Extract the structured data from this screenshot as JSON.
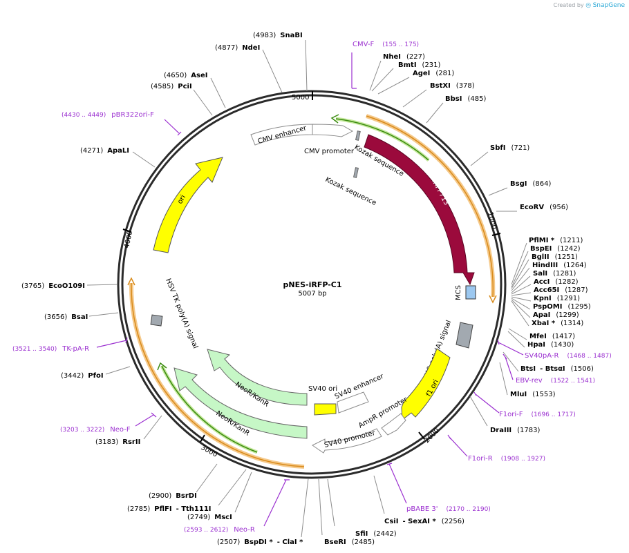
{
  "attribution": {
    "prefix": "Created by",
    "brand": "SnapGene"
  },
  "plasmid": {
    "name": "pNES-iRFP-C1",
    "length_label": "5007 bp"
  },
  "ticks": [
    {
      "label": "1000"
    },
    {
      "label": "2000"
    },
    {
      "label": "3000"
    },
    {
      "label": "4000"
    },
    {
      "label": "5000"
    }
  ],
  "sites": [
    {
      "name": "SnaBI",
      "pos": "(4983)"
    },
    {
      "name": "NdeI",
      "pos": "(4877)"
    },
    {
      "name": "AseI",
      "pos": "(4650)"
    },
    {
      "name": "PciI",
      "pos": "(4585)"
    },
    {
      "name": "ApaLI",
      "pos": "(4271)"
    },
    {
      "name": "NheI",
      "pos": "(227)"
    },
    {
      "name": "BmtI",
      "pos": "(231)"
    },
    {
      "name": "AgeI",
      "pos": "(281)"
    },
    {
      "name": "BstXI",
      "pos": "(378)"
    },
    {
      "name": "BbsI",
      "pos": "(485)"
    },
    {
      "name": "SbfI",
      "pos": "(721)"
    },
    {
      "name": "BsgI",
      "pos": "(864)"
    },
    {
      "name": "EcoRV",
      "pos": "(956)"
    },
    {
      "name": "PflMI *",
      "pos": "(1211)"
    },
    {
      "name": "BspEI",
      "pos": "(1242)"
    },
    {
      "name": "BglII",
      "pos": "(1251)"
    },
    {
      "name": "HindIII",
      "pos": "(1264)"
    },
    {
      "name": "SalI",
      "pos": "(1281)"
    },
    {
      "name": "AccI",
      "pos": "(1282)"
    },
    {
      "name": "Acc65I",
      "pos": "(1287)"
    },
    {
      "name": "KpnI",
      "pos": "(1291)"
    },
    {
      "name": "PspOMI",
      "pos": "(1295)"
    },
    {
      "name": "ApaI",
      "pos": "(1299)"
    },
    {
      "name": "XbaI *",
      "pos": "(1314)"
    },
    {
      "name": "MfeI",
      "pos": "(1417)"
    },
    {
      "name": "HpaI",
      "pos": "(1430)"
    },
    {
      "name": "BtsI",
      "pos": "(1506)",
      "extra": "- BtsαI"
    },
    {
      "name": "MluI",
      "pos": "(1553)"
    },
    {
      "name": "DraIII",
      "pos": "(1783)"
    },
    {
      "name": "CsiI",
      "pos": "(2256)",
      "extra": "- SexAI *"
    },
    {
      "name": "SfiI",
      "pos": "(2442)"
    },
    {
      "name": "BseRI",
      "pos": "(2485)"
    },
    {
      "name": "BspDI *",
      "pos": "(2507)",
      "extra": "- ClaI *"
    },
    {
      "name": "MscI",
      "pos": "(2749)"
    },
    {
      "name": "PflFI",
      "pos": "(2785)",
      "extra": "- Tth111I"
    },
    {
      "name": "BsrDI",
      "pos": "(2900)"
    },
    {
      "name": "RsrII",
      "pos": "(3183)"
    },
    {
      "name": "PfoI",
      "pos": "(3442)"
    },
    {
      "name": "BsaI",
      "pos": "(3656)"
    },
    {
      "name": "EcoO109I",
      "pos": "(3765)"
    }
  ],
  "primers": [
    {
      "name": "CMV-F",
      "range": "(155 .. 175)"
    },
    {
      "name": "pBR322ori-F",
      "range": "(4430 .. 4449)"
    },
    {
      "name": "SV40pA-R",
      "range": "(1468 .. 1487)"
    },
    {
      "name": "EBV-rev",
      "range": "(1522 .. 1541)"
    },
    {
      "name": "F1ori-F",
      "range": "(1696 .. 1717)"
    },
    {
      "name": "F1ori-R",
      "range": "(1908 .. 1927)"
    },
    {
      "name": "pBABE 3'",
      "range": "(2170 .. 2190)"
    },
    {
      "name": "Neo-R",
      "range": "(2593 .. 2612)"
    },
    {
      "name": "Neo-F",
      "range": "(3203 .. 3222)"
    },
    {
      "name": "TK-pA-R",
      "range": "(3521 .. 3540)"
    }
  ],
  "features": [
    {
      "label": "CMV enhancer"
    },
    {
      "label": "CMV promoter"
    },
    {
      "label": "Kozak sequence"
    },
    {
      "label": "Kozak sequence"
    },
    {
      "label": "iRFP713"
    },
    {
      "label": "MCS"
    },
    {
      "label": "SV40 poly(A) signal"
    },
    {
      "label": "f1 ori"
    },
    {
      "label": "AmpR promoter"
    },
    {
      "label": "SV40 promoter"
    },
    {
      "label": "SV40 ori"
    },
    {
      "label": "SV40 enhancer"
    },
    {
      "label": "NeoR/KanR"
    },
    {
      "label": "NeoR/KanR"
    },
    {
      "label": "HSV TK poly(A) signal"
    },
    {
      "label": "ori"
    }
  ],
  "colors": {
    "backbone": "#2b2b2b",
    "irfp": "#9b0a3c",
    "ori": "#ffff00",
    "neo": "#c6f7c6",
    "gray_feature": "#a2a9b0",
    "mcs": "#9cc8f0",
    "orange_arrow": "#d88a1a",
    "green_arrow": "#3a8a10",
    "primer": "#9b30d0"
  }
}
